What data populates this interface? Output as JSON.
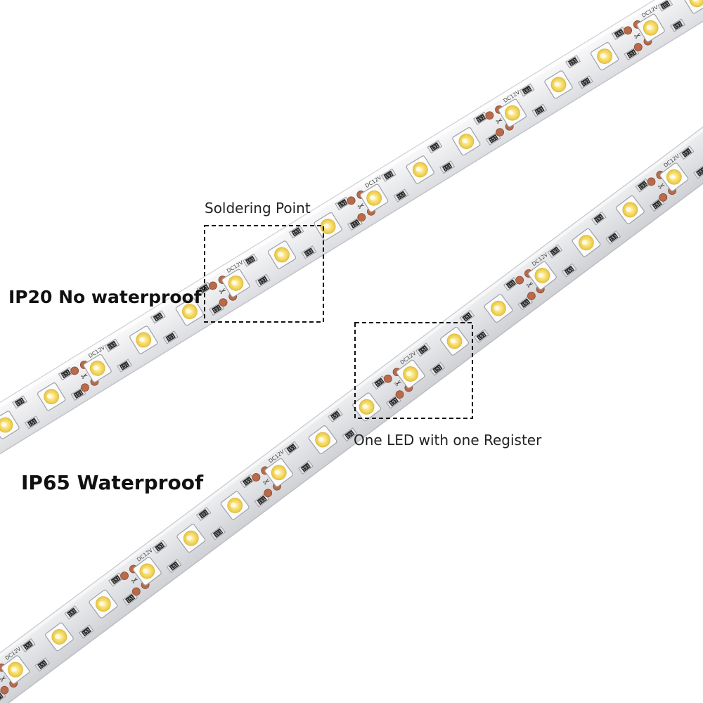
{
  "labels": {
    "ip20": "IP20 No waterproof",
    "ip65": "IP65 Waterproof",
    "soldering_point": "Soldering Point",
    "one_led": "One LED with one Register"
  },
  "strip_markings": {
    "voltage": "DC12V",
    "resistor": "151"
  },
  "colors": {
    "strip_top": "#f3f3f5",
    "strip_edge": "#c9cbd0",
    "strip_ip65": "#e6e7ea",
    "led_frame": "#fbfbfb",
    "led_glow": "#fff3a8",
    "led_core": "#f7d94a",
    "resistor": "#2b2b2b",
    "solder_pad_copper": "#b86a4b",
    "solder_pad_silver": "#c7c7c7",
    "callout_border": "#111111"
  },
  "icons": {
    "cut_mark": "scissors-icon"
  }
}
